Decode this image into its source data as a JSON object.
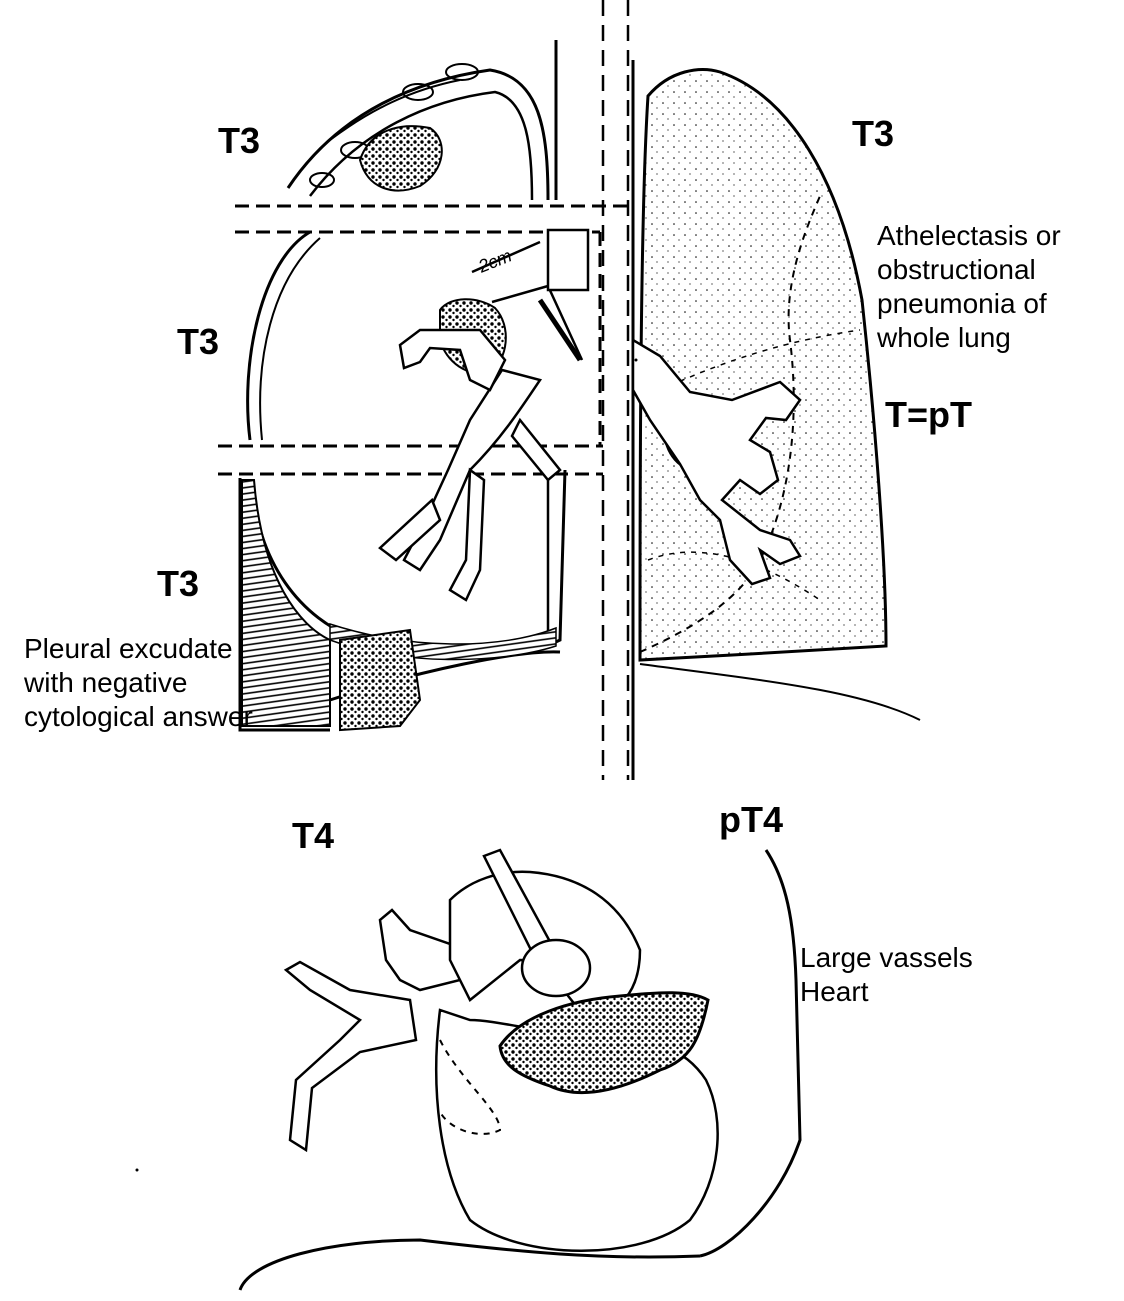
{
  "upper_panel": {
    "label_t3_upper_left": "T3",
    "label_t3_mid_left": "T3",
    "label_t3_lower_left": "T3",
    "label_t3_right": "T3",
    "ruler_mark": "2cm",
    "atelectasis_note": [
      "Athelectasis or",
      "obstructional",
      "pneumonia of",
      "whole lung"
    ],
    "label_t_equals_pt": "T=pT",
    "pleural_note": [
      "Pleural excudate",
      "with negative",
      "cytological answer"
    ]
  },
  "lower_panel": {
    "label_t4": "T4",
    "label_pt4": "pT4",
    "vessels_note": [
      "Large vassels",
      "Heart"
    ]
  },
  "colors": {
    "ink": "#000000",
    "paper": "#ffffff"
  }
}
